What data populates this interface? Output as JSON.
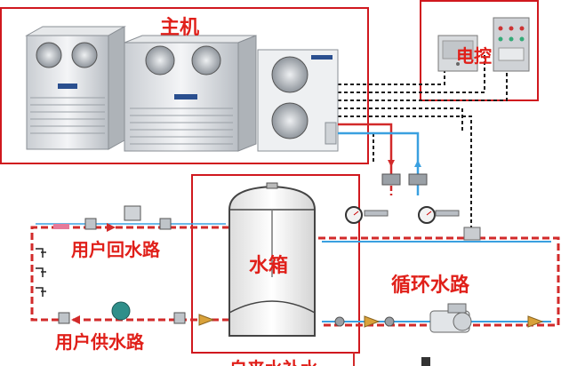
{
  "labels": {
    "host": "主机",
    "control": "电控",
    "tank": "水箱",
    "user_return": "用户回水路",
    "user_supply": "用户供水路",
    "circulation": "循环水路",
    "bottom_partial": "自来水补水"
  },
  "colors": {
    "label_red": "#e0201a",
    "frame_red": "#d0181e",
    "hot_pipe": "#d22a2a",
    "cold_pipe": "#3aa0e0",
    "signal": "#1a1a1a"
  },
  "icons": {
    "host_unit_1": "heat-pump-unit-icon",
    "host_unit_2": "heat-pump-unit-icon",
    "host_unit_3": "split-outdoor-unit-icon",
    "control_box": "electric-control-box-icon",
    "control_panel": "control-panel-icon",
    "pump": "circulation-pump-icon"
  }
}
